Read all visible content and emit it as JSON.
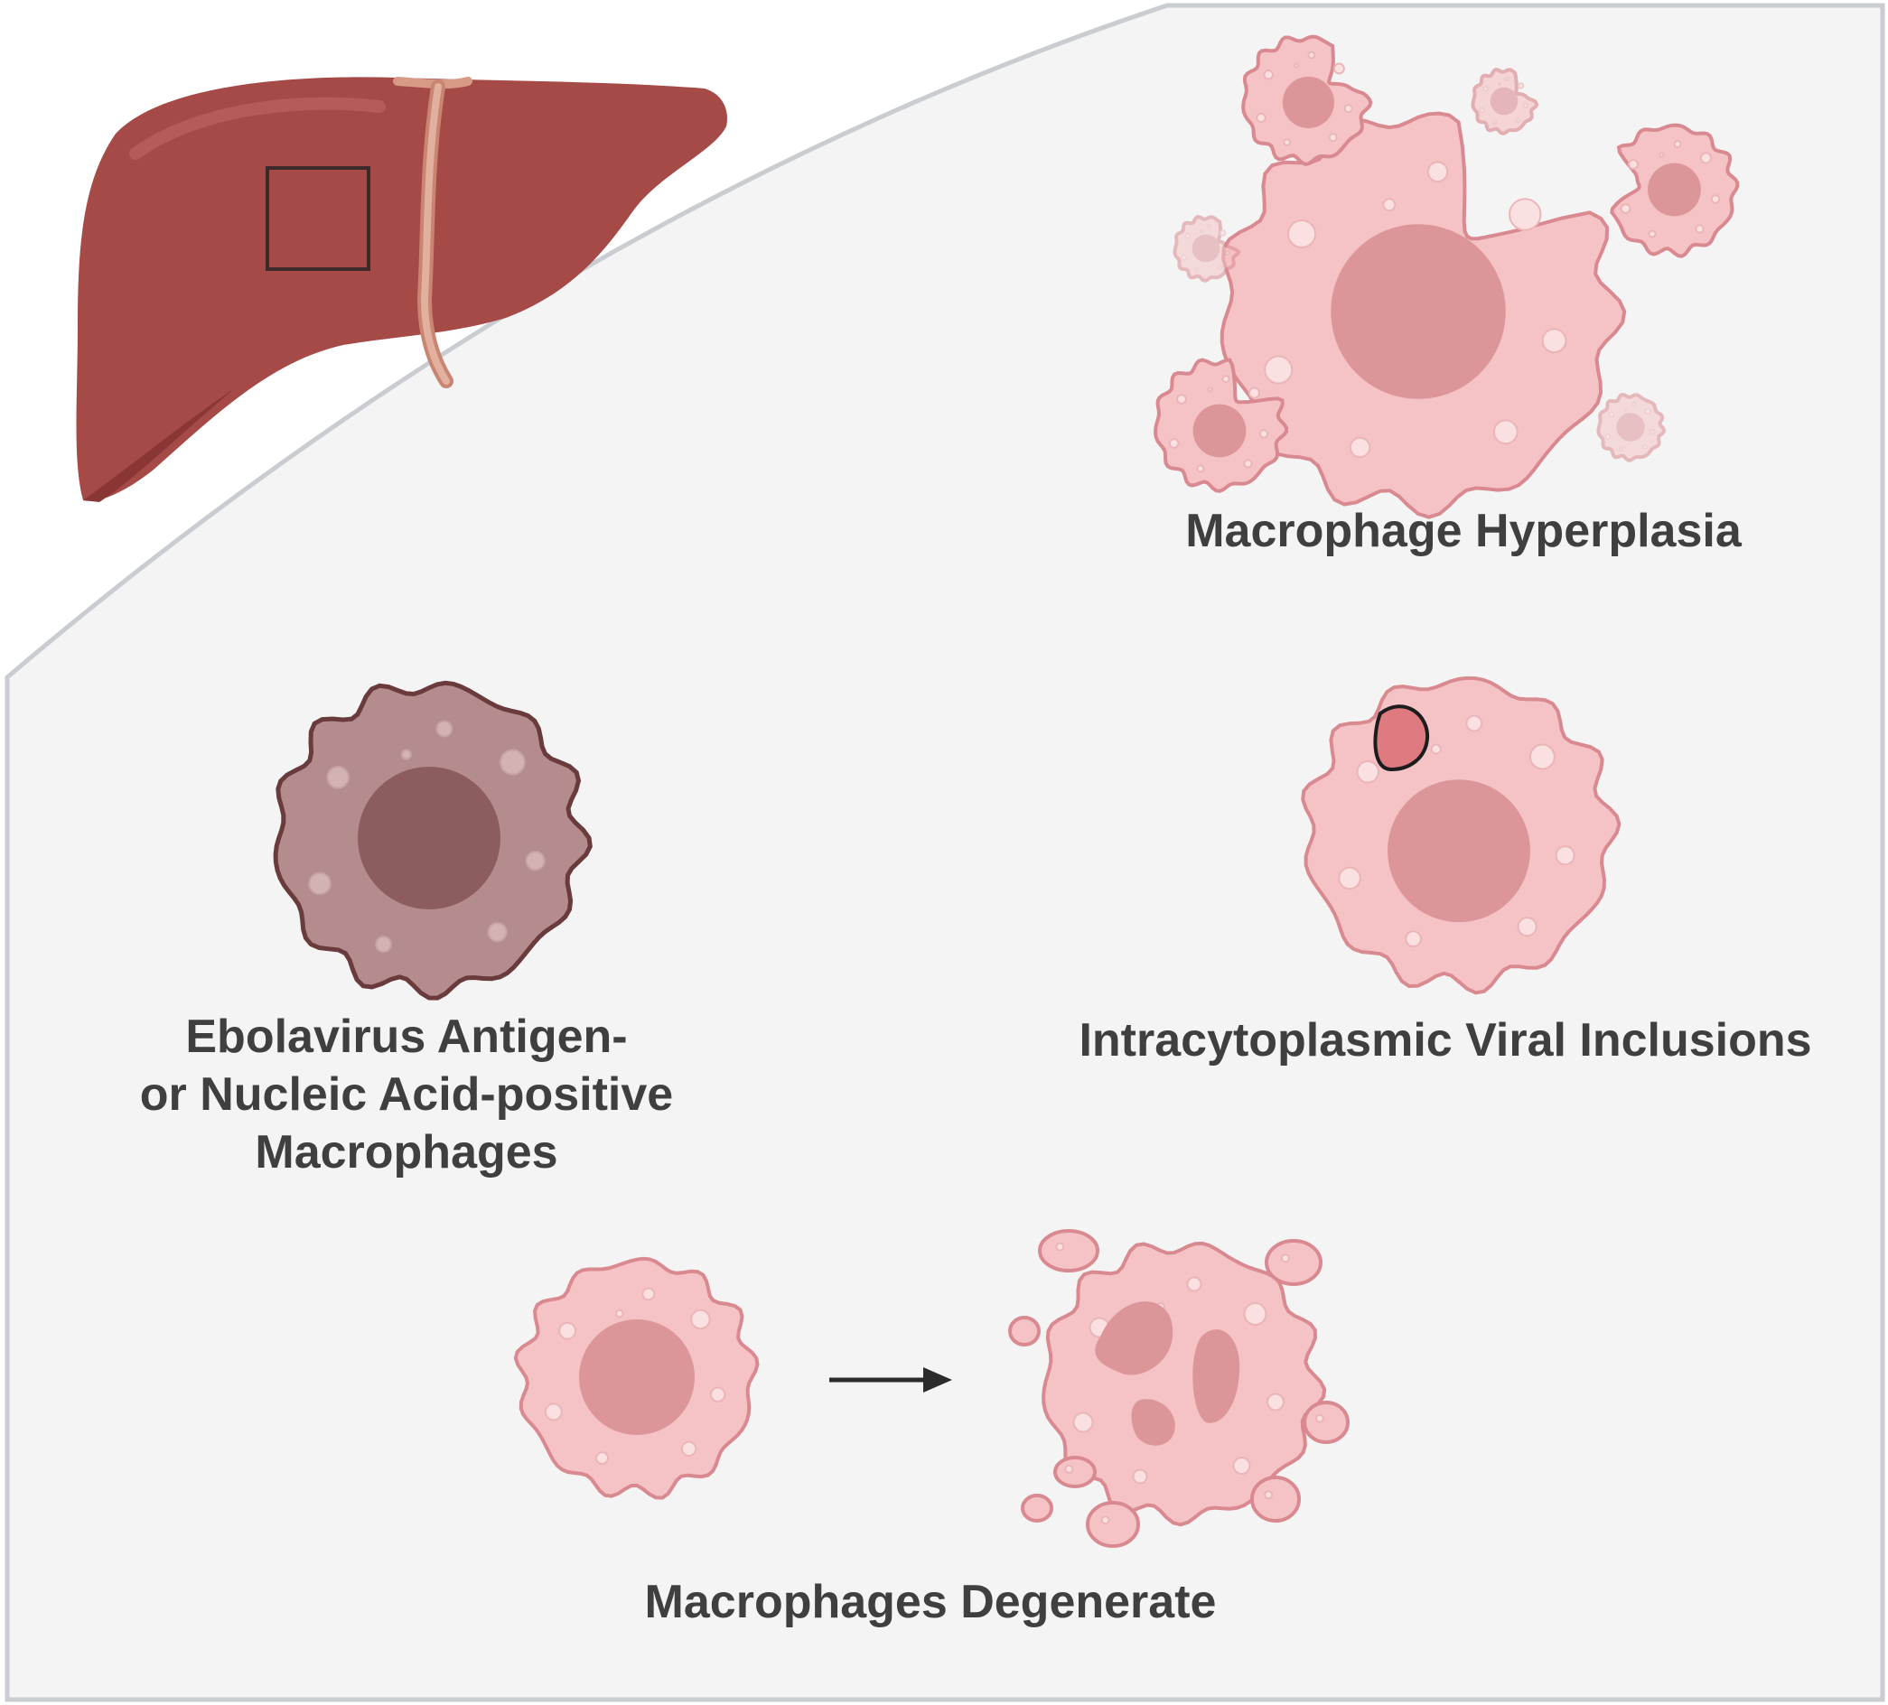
{
  "labels": {
    "hyperplasia": "Macrophage Hyperplasia",
    "inclusions": "Intracytoplasmic Viral Inclusions",
    "degenerate": "Macrophages Degenerate",
    "ebola_lines": [
      "Ebolavirus Antigen-",
      "or Nucleic Acid-positive",
      "Macrophages"
    ]
  },
  "colors": {
    "panel_bg": "#f4f4f4",
    "panel_border": "#c9cdd2",
    "liver": "#a54a47",
    "liver_dark": "#8a3634",
    "ligament": "#d69a86",
    "cell_fill": "#f5c3c5",
    "cell_stroke": "#d98a90",
    "nucleus": "#dc969a",
    "dark_cell_fill": "#b58c8d",
    "dark_cell_stroke": "#6a3b3d",
    "dark_nucleus": "#8d5c5e",
    "inclusion": "#df7a80",
    "text": "#3f3f3f"
  }
}
